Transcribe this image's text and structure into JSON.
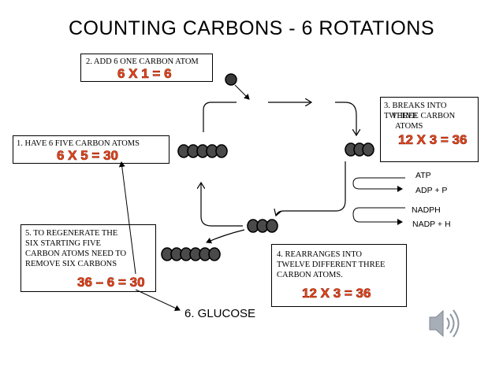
{
  "title": "COUNTING CARBONS - 6 ROTATIONS",
  "step2": {
    "text": "2. ADD 6  ONE CARBON ATOM",
    "calc": "6 X 1 = 6"
  },
  "step1": {
    "text": "1. HAVE  6 FIVE CARBON ATOMS",
    "calc": "6 X 5 = 30"
  },
  "step3": {
    "line1": "3. BREAKS INTO TWELVE",
    "line2": "THREE CARBON",
    "line3": "ATOMS",
    "calc": "12 X 3 = 36"
  },
  "step4": {
    "line1": "4. REARRANGES INTO",
    "line2": "TWELVE  DIFFERENT  THREE",
    "line3": "CARBON  ATOMS.",
    "calc": "12 X 3 = 36"
  },
  "step5": {
    "line1": "5. TO REGENERATE THE",
    "line2": "SIX  STARTING FIVE",
    "line3": "CARBON ATOMS NEED TO",
    "line4": "REMOVE SIX  CARBONS",
    "calc": "36 – 6 = 30"
  },
  "step6": "6. GLUCOSE",
  "cofactors": {
    "atp": "ATP",
    "adp": "ADP + P",
    "nadph": "NADPH",
    "nadp": "NADP + H"
  },
  "icons": {
    "speaker": "speaker-icon"
  }
}
